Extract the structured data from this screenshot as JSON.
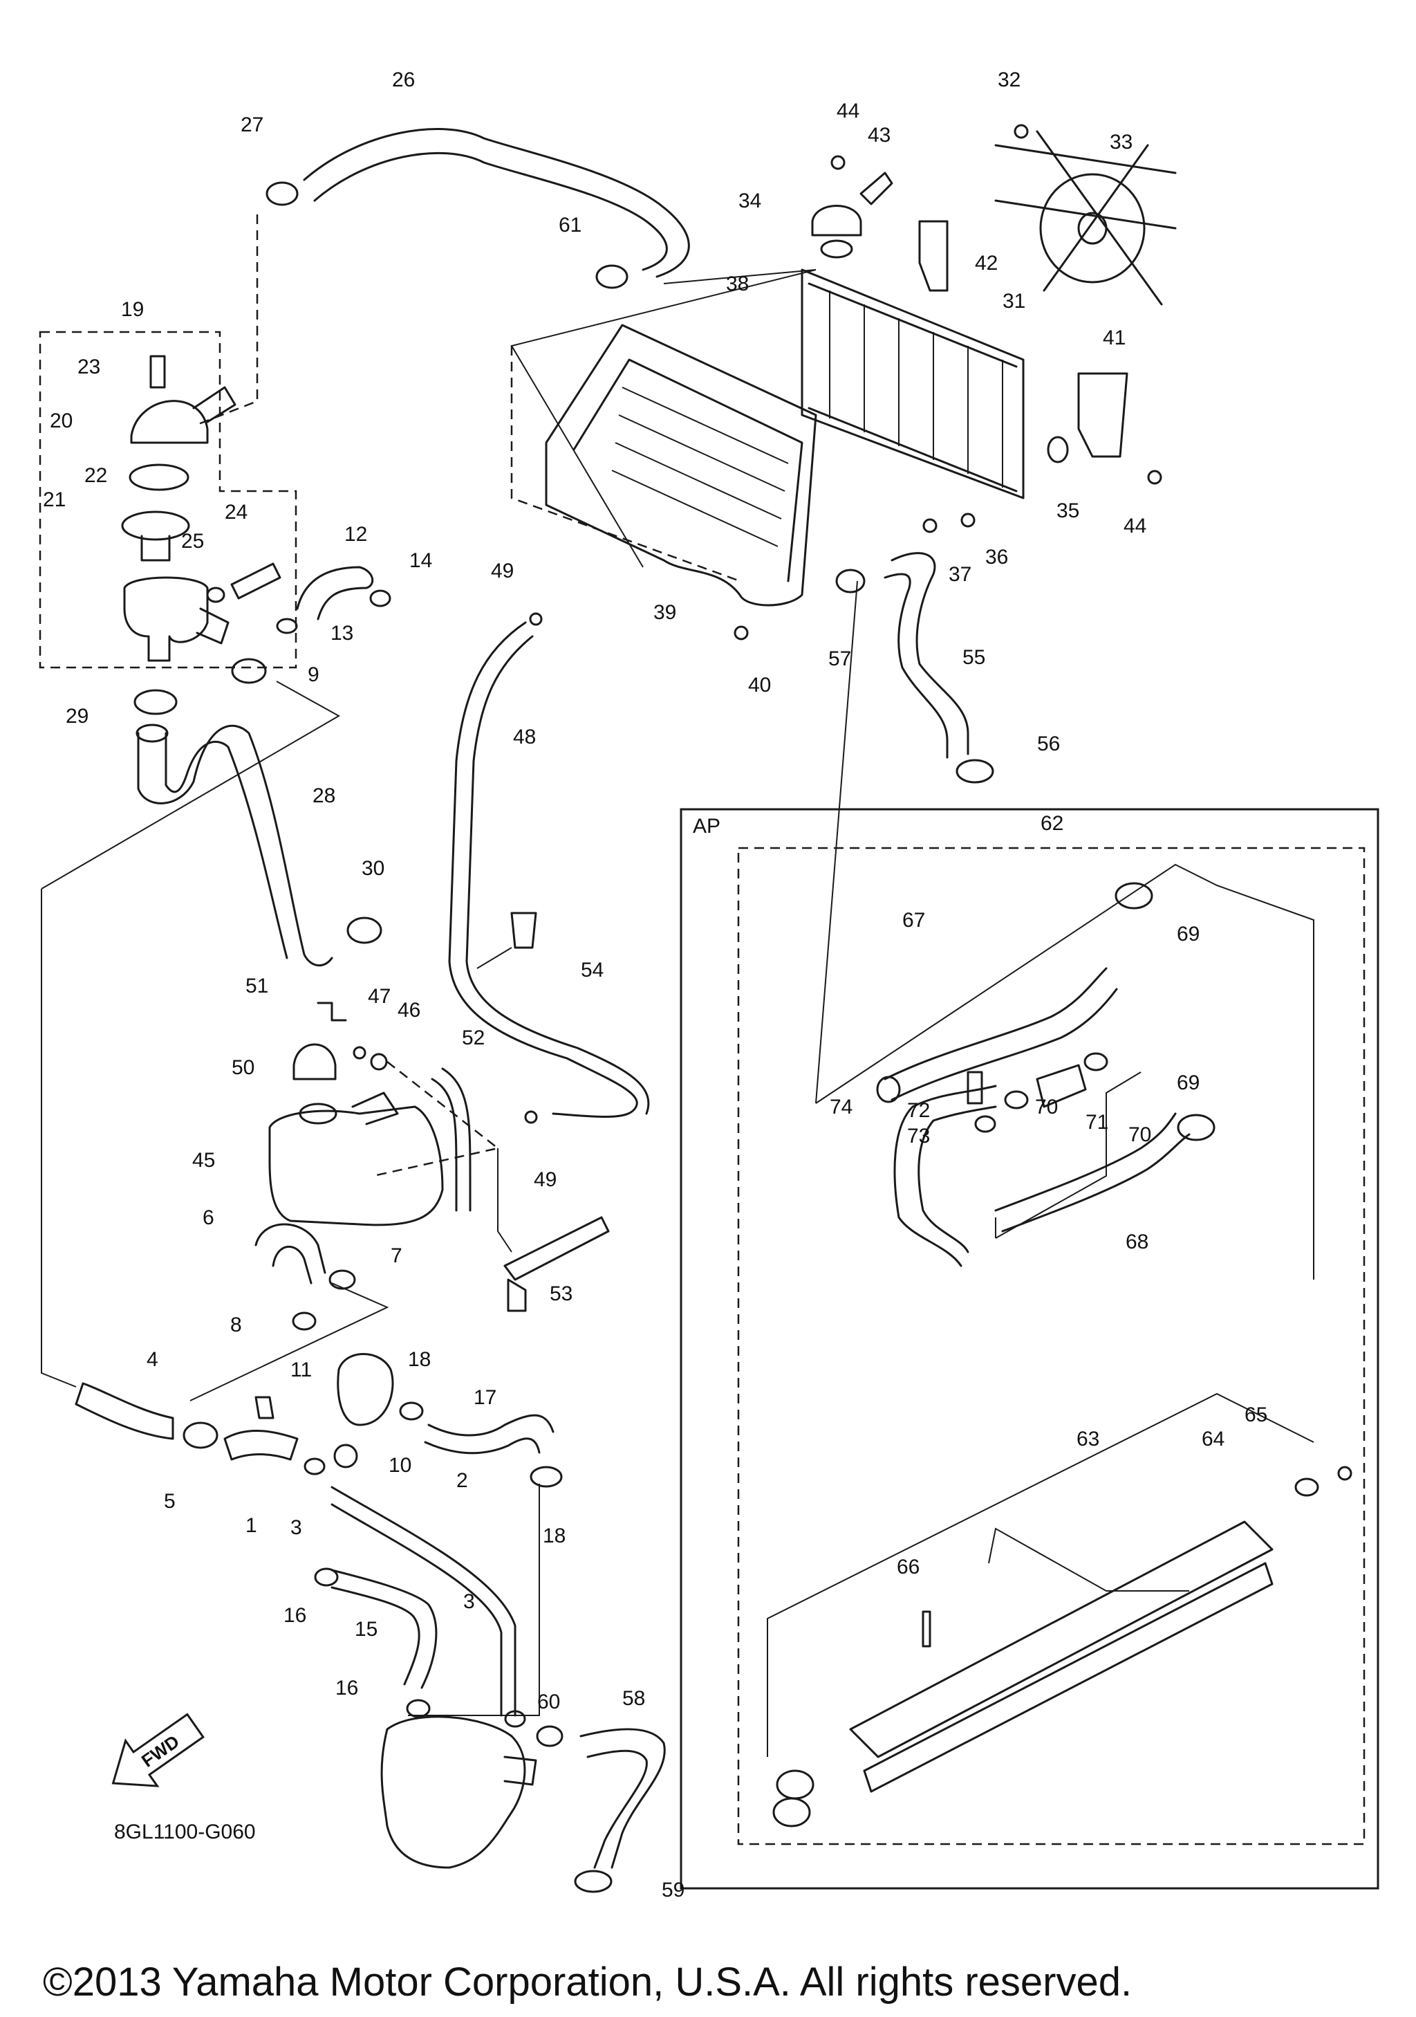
{
  "diagram_code": "8GL1100-G060",
  "copyright": "©2013 Yamaha Motor Corporation, U.S.A. All rights reserved.",
  "ap_label": "AP",
  "fwd_label": "FWD",
  "callouts": [
    "1",
    "2",
    "3",
    "3",
    "4",
    "5",
    "6",
    "7",
    "8",
    "9",
    "10",
    "11",
    "12",
    "13",
    "14",
    "15",
    "16",
    "16",
    "17",
    "18",
    "18",
    "19",
    "20",
    "21",
    "22",
    "23",
    "24",
    "25",
    "26",
    "27",
    "28",
    "29",
    "30",
    "31",
    "32",
    "33",
    "34",
    "35",
    "36",
    "37",
    "38",
    "39",
    "40",
    "41",
    "42",
    "43",
    "44",
    "44",
    "45",
    "46",
    "47",
    "48",
    "49",
    "49",
    "50",
    "51",
    "52",
    "53",
    "54",
    "55",
    "56",
    "57",
    "58",
    "59",
    "60",
    "61",
    "62",
    "63",
    "64",
    "65",
    "66",
    "67",
    "68",
    "69",
    "69",
    "70",
    "70",
    "71",
    "72",
    "73",
    "74"
  ]
}
